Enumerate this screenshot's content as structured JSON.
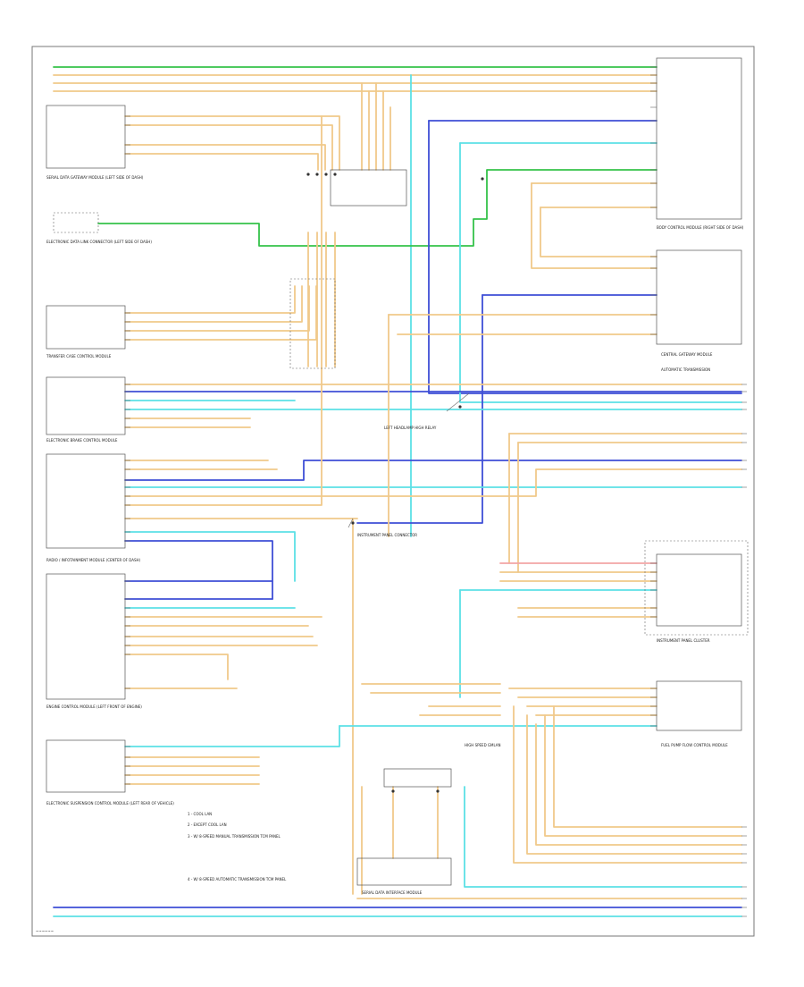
{
  "colors": {
    "green": "#35c24a",
    "tan": "#f0c98a",
    "ltblue": "#5ce0e6",
    "dkblue": "#3f4fd6",
    "pink": "#f2a5a5",
    "gray": "#9a9a9a",
    "black": "#222222"
  },
  "diagram": {
    "footer_code": "~~~~~~",
    "notes": [
      "1 - COOL LAN",
      "2 - EXCEPT COOL LAN",
      "3 - W/ 8-SPEED MANUAL TRANSMISSION TCM PANEL",
      "4 - W/ 8-SPEED AUTOMATIC TRANSMISSION TCM PANEL"
    ]
  },
  "modules": [
    {
      "id": "m-top-left",
      "label": "SERIAL DATA GATEWAY MODULE (LEFT SIDE OF DASH)"
    },
    {
      "id": "m-dlc",
      "label": "ELECTRONIC DATA LINK CONNECTOR (LEFT SIDE OF DASH)"
    },
    {
      "id": "m-transfer",
      "label": "TRANSFER CASE CONTROL MODULE"
    },
    {
      "id": "m-ebcm",
      "label": "ELECTRONIC BRAKE CONTROL MODULE"
    },
    {
      "id": "m-radio",
      "label": "RADIO / INFOTAINMENT MODULE (CENTER OF DASH)"
    },
    {
      "id": "m-ecm",
      "label": "ENGINE CONTROL MODULE (LEFT FRONT OF ENGINE)"
    },
    {
      "id": "m-suspension",
      "label": "ELECTRONIC SUSPENSION CONTROL MODULE (LEFT REAR OF VEHICLE)"
    },
    {
      "id": "m-right-top",
      "label": "BODY CONTROL MODULE (RIGHT SIDE OF DASH)"
    },
    {
      "id": "m-right-mid",
      "label": "CENTRAL GATEWAY MODULE"
    },
    {
      "id": "m-auto-trans",
      "label": "AUTOMATIC TRANSMISSION"
    },
    {
      "id": "m-right-lower",
      "label": "INSTRUMENT PANEL CLUSTER"
    },
    {
      "id": "m-fuel",
      "label": "FUEL PUMP FLOW CONTROL MODULE"
    },
    {
      "id": "m-center",
      "label": "LEFT HEADLAMP HIGH RELAY"
    },
    {
      "id": "m-center-bottom",
      "label": "SERIAL DATA INTERFACE MODULE"
    },
    {
      "id": "m-ipc-center",
      "label": "INSTRUMENT PANEL CONNECTOR"
    },
    {
      "id": "m-cluster-note",
      "label": "HIGH SPEED GMLAN"
    }
  ]
}
